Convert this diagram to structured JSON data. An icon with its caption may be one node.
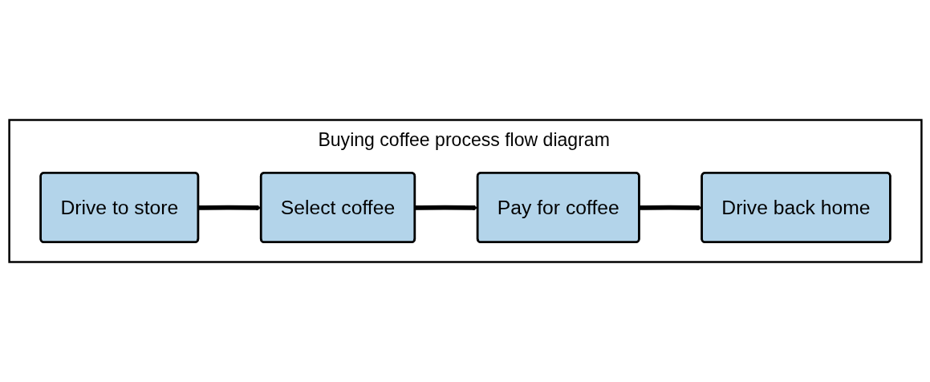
{
  "diagram": {
    "nodes": [
      {
        "text": [
          "Buying coffee process flow diagram"
        ]
      },
      {
        "text": [
          "Drive to store"
        ],
        "in": 0
      },
      {
        "text": [
          "Select coffee"
        ],
        "in": 0
      },
      {
        "text": [
          "Pay for coffee"
        ],
        "in": 0
      },
      {
        "text": [
          "Drive back home"
        ],
        "in": 0
      }
    ],
    "edges": [
      {
        "from": 1,
        "to": 2,
        "arrow": "to"
      },
      {
        "from": 2,
        "to": 3,
        "arrow": "to"
      },
      {
        "from": 3,
        "to": 4,
        "arrow": "to"
      }
    ]
  }
}
